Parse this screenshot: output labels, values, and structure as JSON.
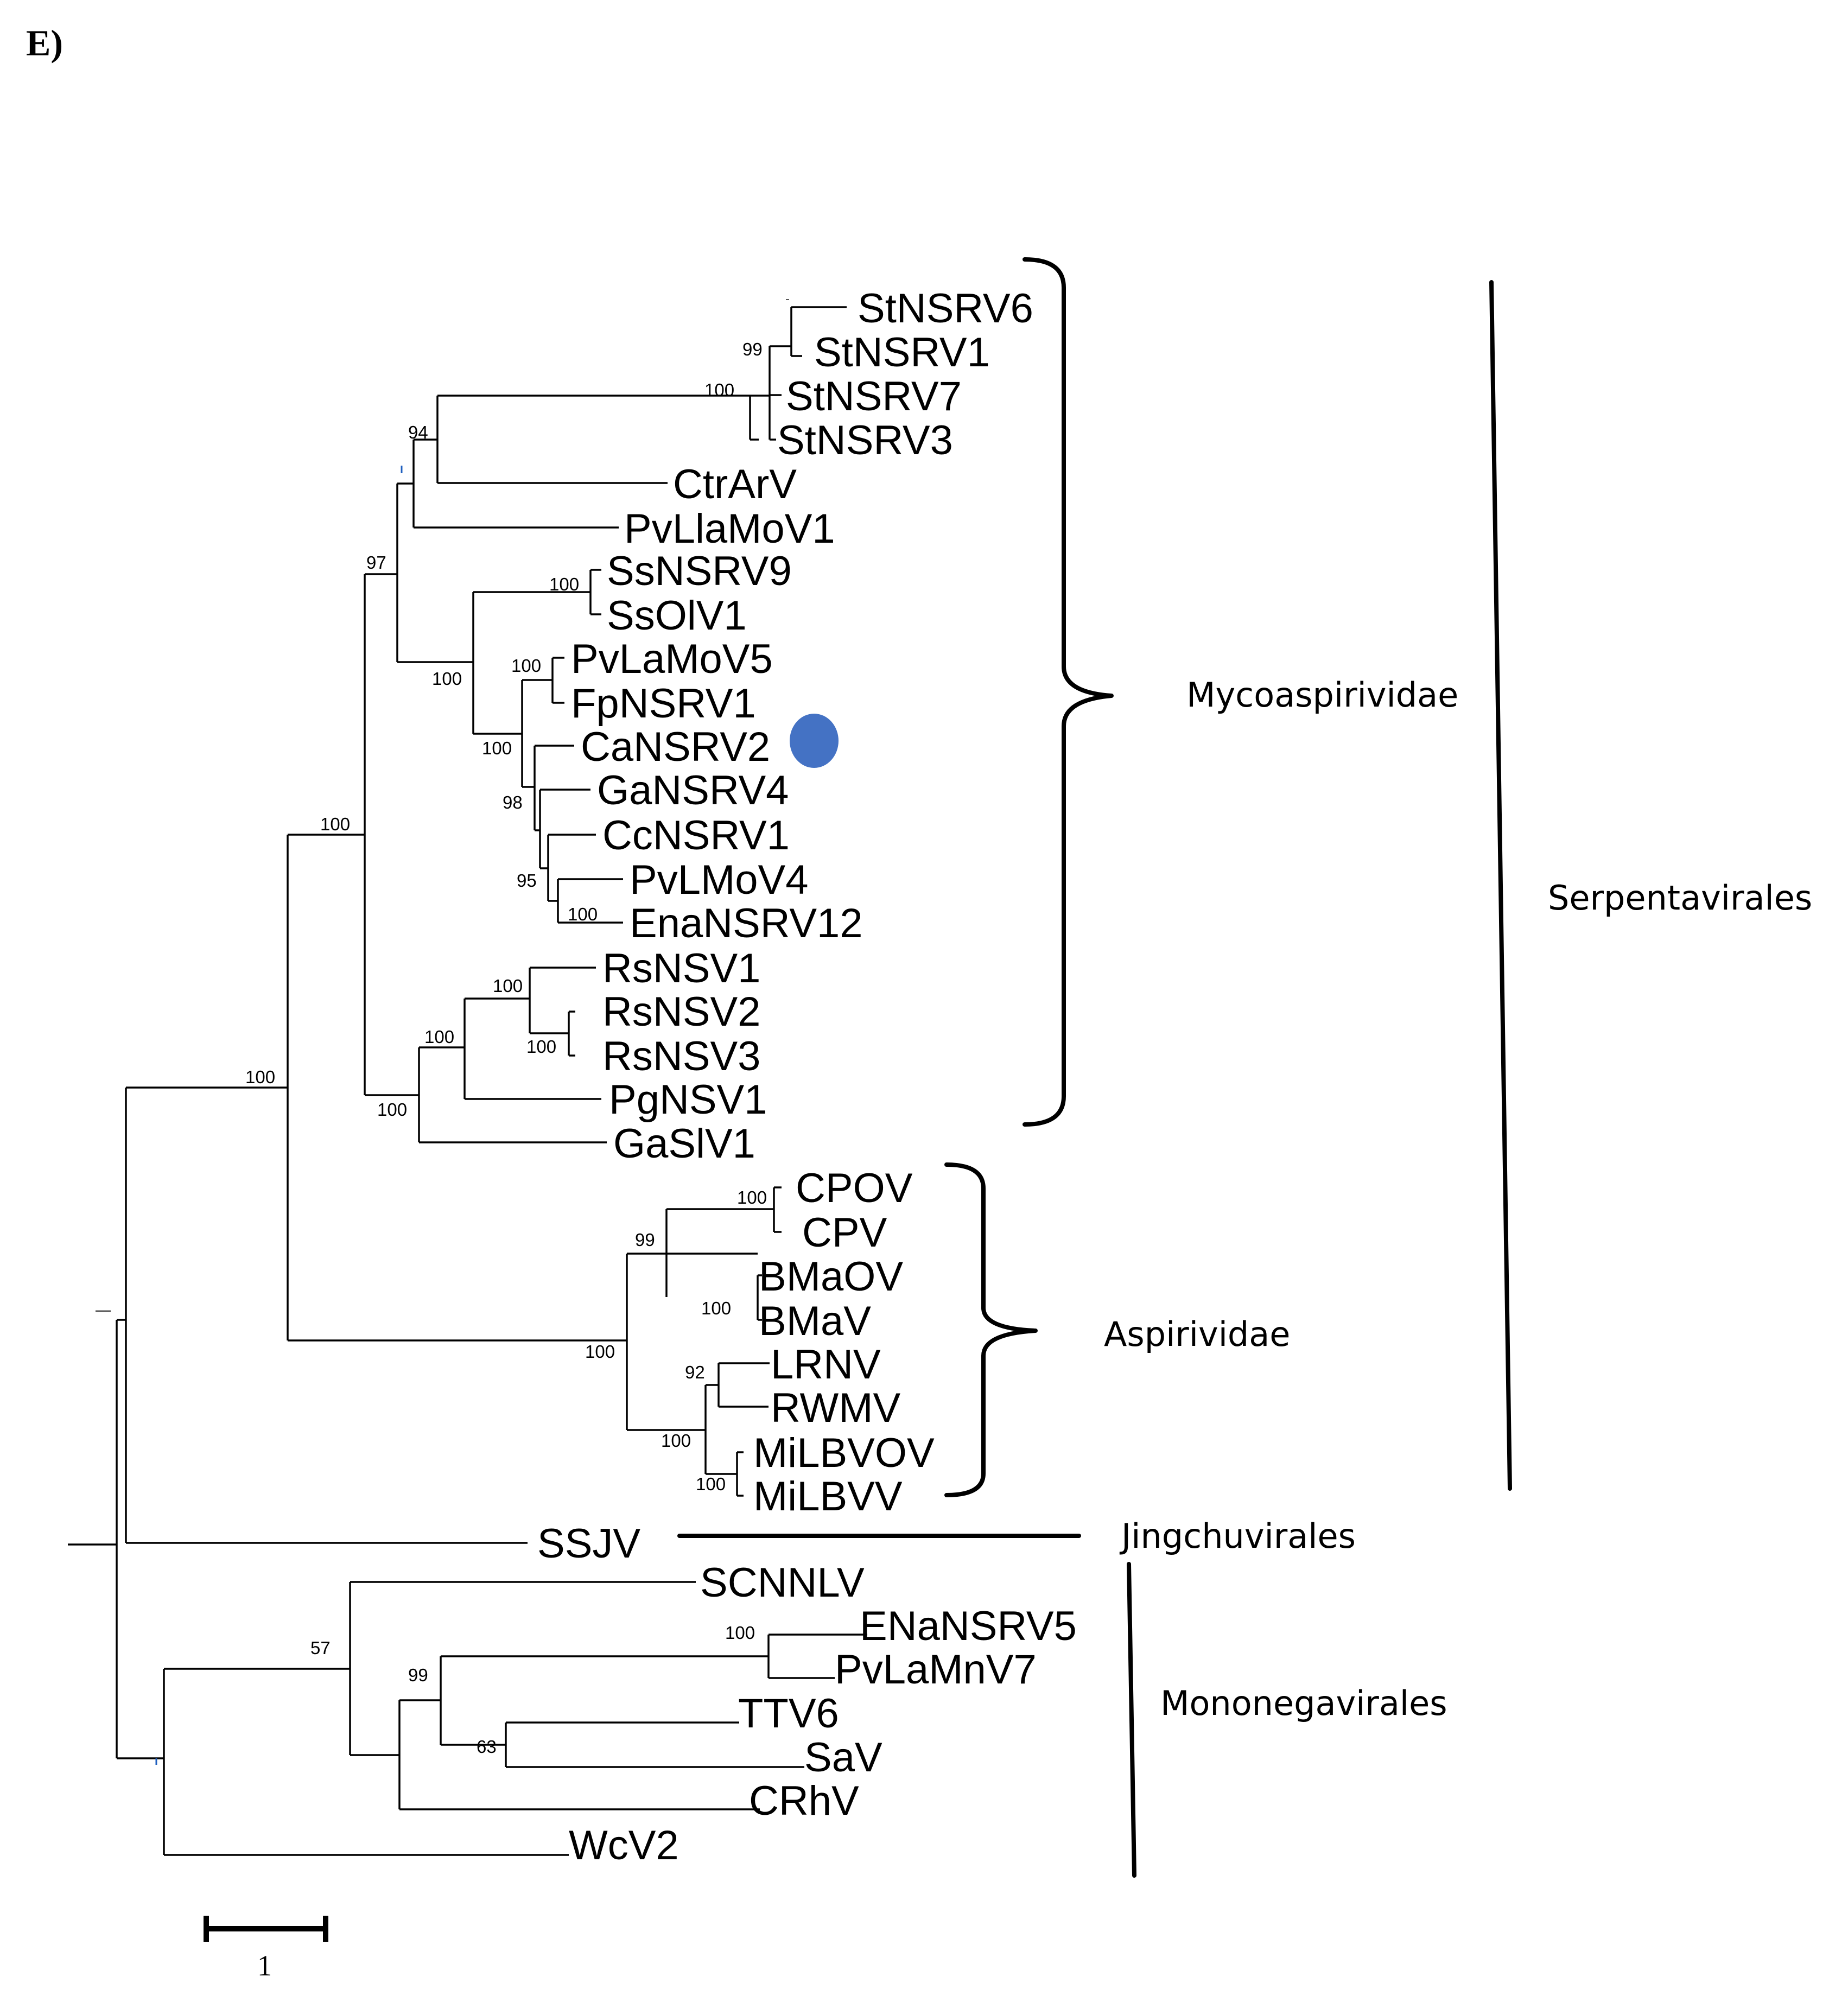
{
  "panel_label": "E)",
  "taxa": [
    "StNSRV6",
    "StNSRV1",
    "StNSRV7",
    "StNSRV3",
    "CtrArV",
    "PvLlaMoV1",
    "SsNSRV9",
    "SsOlV1",
    "PvLaMoV5",
    "FpNSRV1",
    "CaNSRV2",
    "GaNSRV4",
    "CcNSRV1",
    "PvLMoV4",
    "EnaNSRV12",
    "RsNSV1",
    "RsNSV2",
    "RsNSV3",
    "PgNSV1",
    "GaSlV1",
    "CPOV",
    "CPV",
    "BMaOV",
    "BMaV",
    "LRNV",
    "RWMV",
    "MiLBVOV",
    "MiLBVV",
    "SSJV",
    "SCNNLV",
    "ENaNSRV5",
    "PvLaMnV7",
    "TTV6",
    "SaV",
    "CRhV",
    "WcV2"
  ],
  "bootstrap": [
    "99",
    "100",
    "94",
    "97",
    "100",
    "100",
    "100",
    "100",
    "98",
    "95",
    "100",
    "100",
    "100",
    "100",
    "100",
    "100",
    "100",
    "100",
    "100",
    "99",
    "100",
    "92",
    "100",
    "100",
    "100",
    "57",
    "99",
    "63"
  ],
  "clades": {
    "mycoaspirividae": "Mycoaspirividae",
    "aspirividae": "Aspirividae",
    "serpentavirales": "Serpentavirales",
    "jingchuvirales": "Jingchuvirales",
    "mononegavirales": "Mononegavirales"
  },
  "highlight": {
    "taxon": "CaNSRV2",
    "color": "#4472c4"
  },
  "scale_bar": {
    "label": "1"
  }
}
